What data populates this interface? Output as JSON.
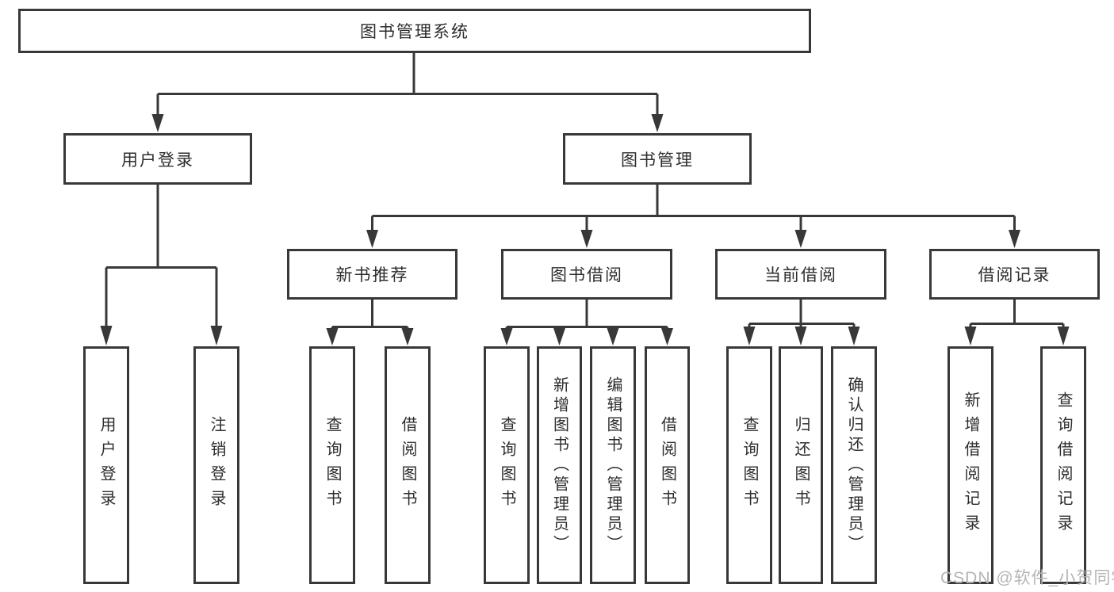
{
  "nodes": {
    "root": "图书管理系统",
    "user_login": "用户登录",
    "book_management": "图书管理",
    "new_book_recommend": "新书推荐",
    "book_borrowing": "图书借阅",
    "current_borrowing": "当前借阅",
    "borrowing_records": "借阅记录",
    "leaves": {
      "user_login": "用户登录",
      "logout": "注销登录",
      "recommend_query_book": "查询图书",
      "recommend_borrow_book": "借阅图书",
      "borrowing_query_book": "查询图书",
      "borrowing_add_book": "新增图书（管理员）",
      "borrowing_edit_book": "编辑图书（管理员）",
      "borrowing_borrow_book": "借阅图书",
      "current_query_book": "查询图书",
      "current_return_book": "归还图书",
      "current_confirm_return": "确认归还（管理员）",
      "records_add_record": "新增借阅记录",
      "records_query_record": "查询借阅记录"
    }
  },
  "watermark": {
    "text": "CSDN @软件_小贺同学",
    "color": "#b5b5b5"
  },
  "colors": {
    "line": "#383838",
    "node_border": "#383838",
    "text": "#2d2d2d",
    "background": "#ffffff"
  }
}
